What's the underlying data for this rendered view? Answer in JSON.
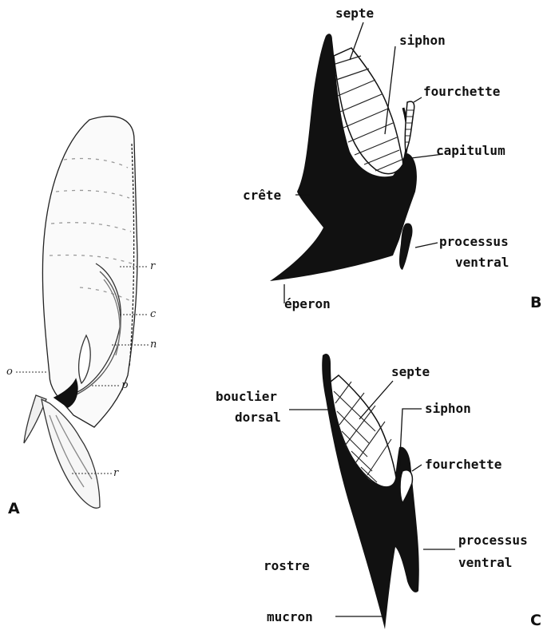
{
  "panels": {
    "a": "A",
    "b": "B",
    "c": "C"
  },
  "figure_a": {
    "r_upper": "r",
    "c": "c",
    "n": "n",
    "p": "p",
    "o": "o",
    "r_lower": "r"
  },
  "figure_b": {
    "septe": "septe",
    "siphon": "siphon",
    "fourchette": "fourchette",
    "capitulum": "capitulum",
    "crete": "crête",
    "processus": "processus",
    "ventral": "ventral",
    "eperon": "éperon"
  },
  "figure_c": {
    "septe": "septe",
    "bouclier": "bouclier",
    "dorsal": "dorsal",
    "siphon": "siphon",
    "fourchette": "fourchette",
    "processus": "processus",
    "ventral": "ventral",
    "rostre": "rostre",
    "mucron": "mucron"
  }
}
